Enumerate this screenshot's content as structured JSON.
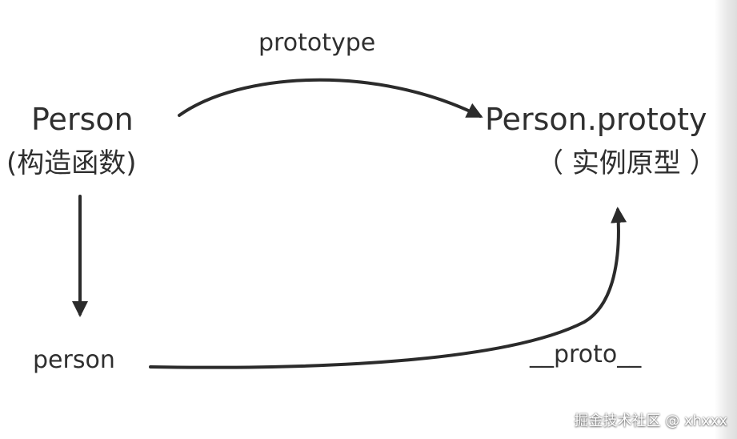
{
  "nodes": {
    "constructor": {
      "name": "Person",
      "subtitle": "(构造函数)"
    },
    "prototype": {
      "name": "Person.prototy",
      "subtitle": "（ 实例原型 ）"
    },
    "instance": {
      "name": "person"
    }
  },
  "edges": {
    "prototype_link": {
      "label": "prototype"
    },
    "proto_link": {
      "label": "__proto__"
    }
  },
  "watermark": {
    "text": "掘金技术社区 @ xhxxx"
  },
  "colors": {
    "text": "#2f2f2f",
    "arrow": "#2b2b2b",
    "background": "#ffffff"
  }
}
